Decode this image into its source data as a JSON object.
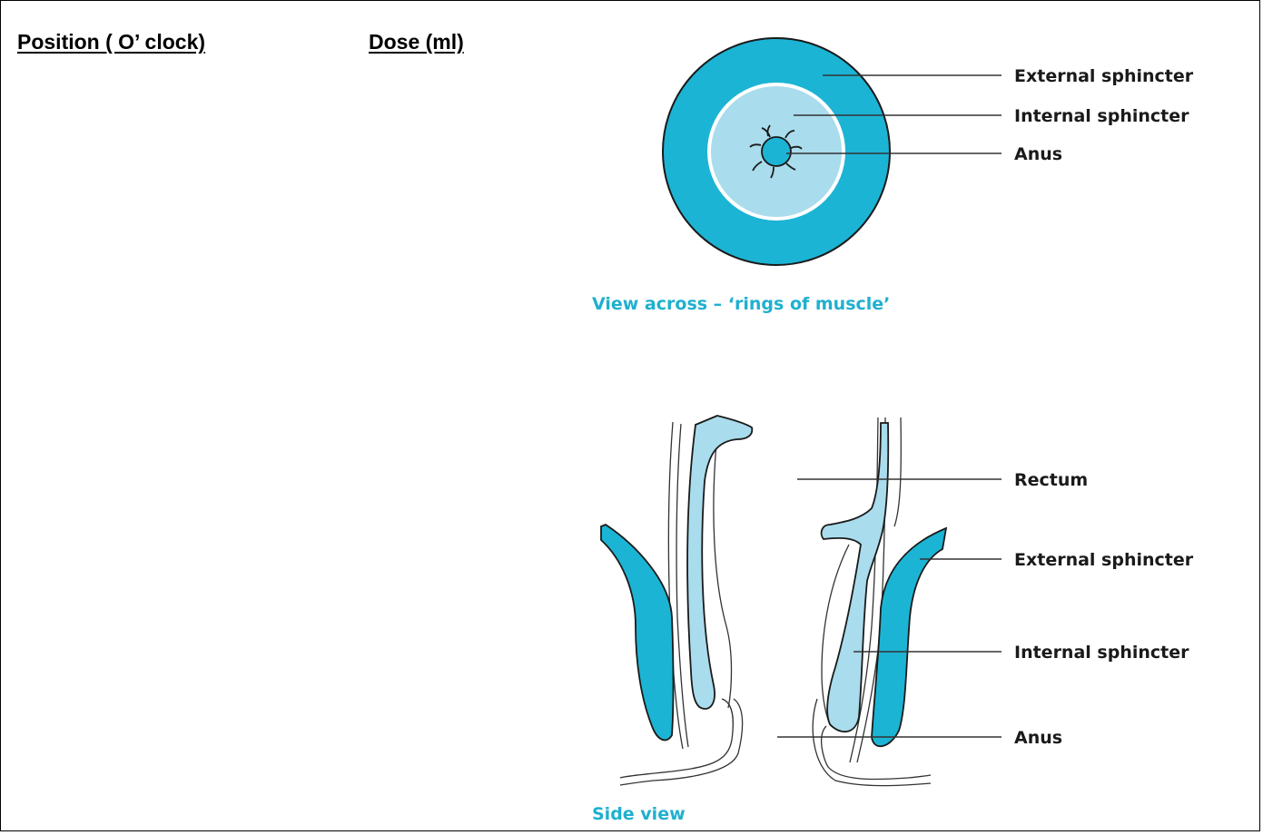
{
  "table": {
    "position_header": "Position ( O’ clock)",
    "dose_header": "Dose (ml)"
  },
  "diagram_top": {
    "labels": {
      "external_sphincter": "External sphincter",
      "internal_sphincter": "Internal sphincter",
      "anus": "Anus"
    },
    "caption": "View across – ‘rings of muscle’"
  },
  "diagram_side": {
    "labels": {
      "rectum": "Rectum",
      "external_sphincter": "External sphincter",
      "internal_sphincter": "Internal sphincter",
      "anus": "Anus"
    },
    "caption": "Side view"
  },
  "colors": {
    "external_muscle": "#1cb4d4",
    "internal_muscle": "#a9dcec",
    "outline": "#222222",
    "caption": "#1fb0cf"
  }
}
